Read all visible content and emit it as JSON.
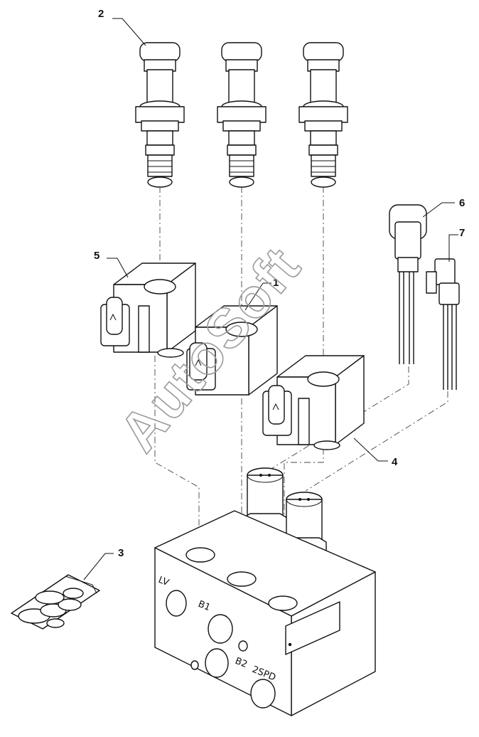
{
  "callouts": {
    "c1": "1",
    "c2": "2",
    "c3": "3",
    "c4": "4",
    "c5": "5",
    "c6": "6",
    "c7": "7"
  },
  "ports": {
    "lv": "LV",
    "b1": "B1",
    "b2": "B2",
    "spd": "2SPD"
  },
  "watermark": "AutoSoft"
}
